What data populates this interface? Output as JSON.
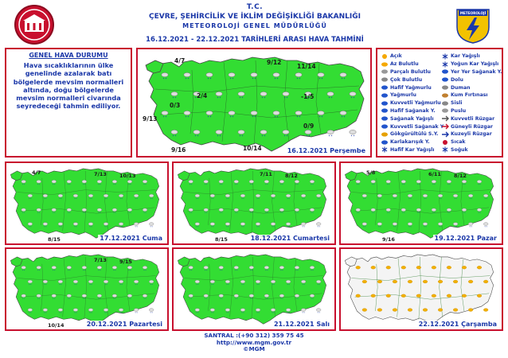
{
  "header": {
    "line1": "T.C.",
    "line2": "ÇEVRE, ŞEHİRCİLİK VE İKLİM DEĞİŞİKLİĞİ BAKANLIĞI",
    "line3": "METEOROLOJİ GENEL MÜDÜRLÜĞÜ",
    "line4": "16.12.2021 - 22.12.2021 TARİHLERİ ARASI HAVA TAHMİNİ",
    "right_logo_text": "METEOROLOJİ"
  },
  "description": {
    "title": "GENEL HAVA DURUMU",
    "text": "Hava sıcaklıklarının ülke genelinde azalarak batı bölgelerde mevsim normalleri altında, doğu bölgelerde mevsim normalleri civarında seyredeceği tahmin ediliyor."
  },
  "legend": {
    "left": [
      {
        "label": "Açık",
        "icon": "sun-icon",
        "color": "#f5a800"
      },
      {
        "label": "Az Bulutlu",
        "icon": "partly-sunny-icon",
        "color": "#f5a800"
      },
      {
        "label": "Parçalı Bulutlu",
        "icon": "partly-cloudy-icon",
        "color": "#999999"
      },
      {
        "label": "Çok Bulutlu",
        "icon": "cloud-icon",
        "color": "#888888"
      },
      {
        "label": "Hafif Yağmurlu",
        "icon": "light-rain-icon",
        "color": "#2255cc"
      },
      {
        "label": "Yağmurlu",
        "icon": "rain-icon",
        "color": "#2255cc"
      },
      {
        "label": "Kuvvetli Yağmurlu",
        "icon": "heavy-rain-icon",
        "color": "#2255cc"
      },
      {
        "label": "Hafif Sağanak Y.",
        "icon": "light-shower-icon",
        "color": "#2255cc"
      },
      {
        "label": "Sağanak Yağışlı",
        "icon": "shower-icon",
        "color": "#2255cc"
      },
      {
        "label": "Kuvvetli Sağanak Y",
        "icon": "heavy-shower-icon",
        "color": "#2255cc"
      },
      {
        "label": "Gökgürültülü S.Y.",
        "icon": "thunder-icon",
        "color": "#e6a000"
      },
      {
        "label": "Karlakarışık Y.",
        "icon": "sleet-icon",
        "color": "#2255cc"
      },
      {
        "label": "Hafif Kar Yağışlı",
        "icon": "light-snow-icon",
        "color": "#1a37a8"
      }
    ],
    "right": [
      {
        "label": "Kar Yağışlı",
        "icon": "snow-icon",
        "color": "#1a37a8"
      },
      {
        "label": "Yoğun Kar Yağışlı",
        "icon": "heavy-snow-icon",
        "color": "#1a37a8"
      },
      {
        "label": "Yer Yer Sağanak Y.",
        "icon": "scattered-shower-icon",
        "color": "#2255cc"
      },
      {
        "label": "Dolu",
        "icon": "hail-icon",
        "color": "#2255cc"
      },
      {
        "label": "Duman",
        "icon": "smoke-icon",
        "color": "#888888"
      },
      {
        "label": "Kum Fırtınası",
        "icon": "sandstorm-icon",
        "color": "#c08030"
      },
      {
        "label": "Sisli",
        "icon": "fog-icon",
        "color": "#888888"
      },
      {
        "label": "Puslu",
        "icon": "haze-icon",
        "color": "#999999"
      },
      {
        "label": "Kuvvetli Rüzgar",
        "icon": "strong-wind-icon",
        "color": "#555555"
      },
      {
        "label": "Güneyli Rüzgar",
        "icon": "south-wind-icon",
        "color": "#c8102e"
      },
      {
        "label": "Kuzeyli Rüzgar",
        "icon": "north-wind-icon",
        "color": "#1a37a8"
      },
      {
        "label": "Sıcak",
        "icon": "hot-icon",
        "color": "#c8102e"
      },
      {
        "label": "Soğuk",
        "icon": "cold-icon",
        "color": "#1a37a8"
      }
    ]
  },
  "maps": {
    "day1": {
      "date_label": "16.12.2021 Perşembe",
      "temps": [
        "4/7",
        "9/12",
        "11/14",
        "0/3",
        "2/4",
        "-1/5",
        "9/13",
        "0/9",
        "9/16",
        "10/14"
      ]
    },
    "day2": {
      "date_label": "17.12.2021 Cuma",
      "temps": [
        "4/7",
        "7/13",
        "10/13",
        "8/15"
      ]
    },
    "day3": {
      "date_label": "18.12.2021 Cumartesi",
      "temps": [
        "7/11",
        "8/12",
        "8/15"
      ]
    },
    "day4": {
      "date_label": "19.12.2021 Pazar",
      "temps": [
        "5/8",
        "6/11",
        "8/12",
        "9/16"
      ]
    },
    "day5": {
      "date_label": "20.12.2021 Pazartesi",
      "temps": [
        "7/13",
        "9/15",
        "10/14"
      ]
    },
    "day6": {
      "date_label": "21.12.2021 Salı",
      "temps": []
    },
    "day7": {
      "date_label": "22.12.2021 Çarşamba",
      "temps": []
    }
  },
  "colors": {
    "map_fill": "#33dd33",
    "map_fill_day7": "#f4f4f4",
    "frame": "#c8102e",
    "text_blue": "#1a37a8"
  },
  "footer": {
    "phone": "SANTRAL :(+90 312) 359 75 45",
    "url": "http://www.mgm.gov.tr",
    "copyright": "©MGM"
  }
}
